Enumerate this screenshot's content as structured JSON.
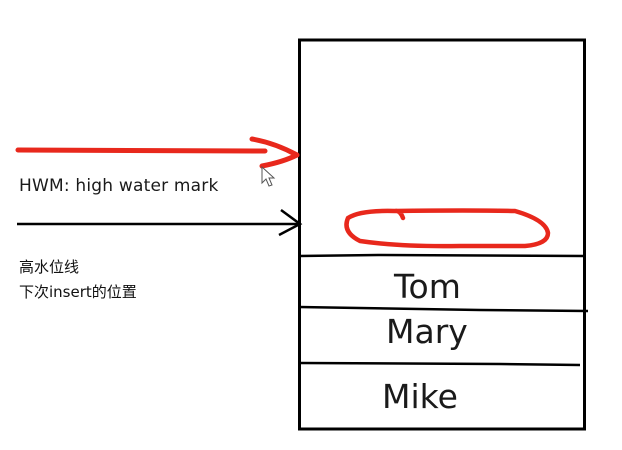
{
  "diagram": {
    "hwm_arrow": {
      "label": "HWM: high water mark",
      "color": "#e8281c"
    },
    "insert_arrow": {
      "label_line1": "高水位线",
      "label_line2": "下次insert的位置",
      "color": "#000000"
    },
    "table": {
      "rows": [
        {
          "name": "Tom"
        },
        {
          "name": "Mary"
        },
        {
          "name": "Mike"
        }
      ],
      "empty_slot_highlight_color": "#e8281c"
    },
    "cursor_icon": "mouse-pointer-icon"
  }
}
